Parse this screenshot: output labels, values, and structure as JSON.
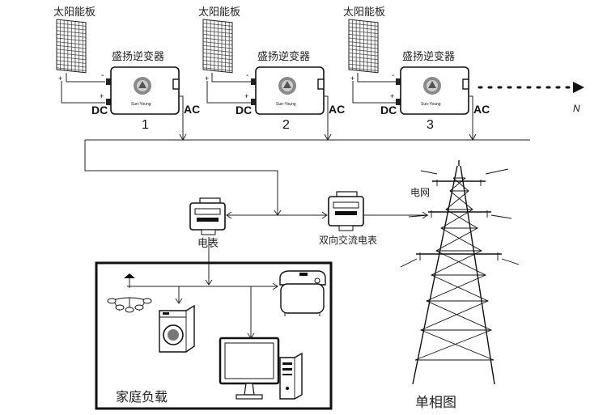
{
  "colors": {
    "line": "#222222",
    "background": "#ffffff",
    "tower": "#111111"
  },
  "units": [
    {
      "panel_label": "太阳能板",
      "inverter_label": "盛扬逆变器",
      "logo_text": "Sun-Young",
      "dc": "DC",
      "ac": "AC",
      "minus": "-",
      "plus": "+",
      "number": "1"
    },
    {
      "panel_label": "太阳能板",
      "inverter_label": "盛扬逆变器",
      "logo_text": "Sun-Young",
      "dc": "DC",
      "ac": "AC",
      "minus": "-",
      "plus": "+",
      "number": "2"
    },
    {
      "panel_label": "太阳能板",
      "inverter_label": "盛扬逆变器",
      "logo_text": "Sun-Young",
      "dc": "DC",
      "ac": "AC",
      "minus": "-",
      "plus": "+",
      "number": "3"
    }
  ],
  "n_label": "N",
  "meter_label": "电表",
  "bidirectional_meter_label": "双向交流电表",
  "grid_label": "电网",
  "household_load_label": "家庭负载",
  "single_phase_label": "单相图",
  "icons": [
    "solar-panel-icon",
    "inverter-icon",
    "electric-meter-icon",
    "chandelier-icon",
    "washing-machine-icon",
    "rice-cooker-icon",
    "monitor-icon",
    "pc-tower-icon",
    "power-tower-icon",
    "arrow-icon"
  ]
}
